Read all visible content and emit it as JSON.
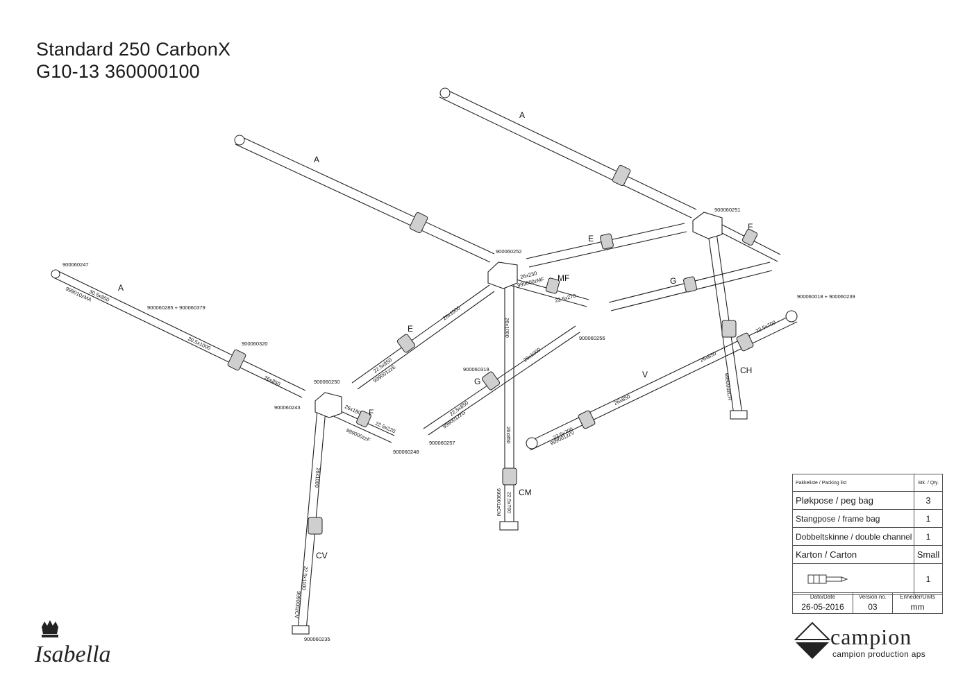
{
  "title": {
    "line1": "Standard 250 CarbonX",
    "line2": "G10-13 360000100"
  },
  "labels": {
    "A_top_right": "A",
    "A_top_left": "A",
    "A_front": "A",
    "E_upper": "E",
    "E_lower": "E",
    "MF": "MF",
    "F_upper": "F",
    "F_lower": "F",
    "G_upper": "G",
    "G_lower": "G",
    "V": "V",
    "CH": "CH",
    "CM": "CM",
    "CV": "CV"
  },
  "part_numbers": {
    "p247": "900060247",
    "p285": "900060285 + 900060379",
    "p320": "900060320",
    "p243": "900060243",
    "p250": "900060250",
    "p248": "900060248",
    "p252": "900060252",
    "p251": "900060251",
    "p256": "900060256",
    "p319": "900060319",
    "p257": "900060257",
    "p018": "900060018 + 900060239",
    "p235": "900060235"
  },
  "dimensions": {
    "d1": "30.5x850",
    "d2": "999010zMA",
    "d3": "30.5x1000",
    "d4": "26x850",
    "d5": "26x1000",
    "d6": "22.5x850",
    "d7": "999001zzE",
    "d8": "26x180",
    "d9": "22.5x220",
    "d10": "999000zzF",
    "d11": "26x230",
    "d12": "999000zMF",
    "d13": "22.5x270",
    "d14": "26x1000",
    "d15": "26x1000",
    "d16": "22.5x850",
    "d17": "999001zzG",
    "d18": "26x850",
    "d19": "22.5x700",
    "d20": "999001zCM",
    "d21": "26x1000",
    "d22": "22.5x1100",
    "d23": "999000zCV",
    "d24": "22.5x700",
    "d25": "26x850",
    "d26": "26x850",
    "d27": "22.5x700",
    "d28": "999001zzV",
    "d29": "999000zCH"
  },
  "packing": {
    "header_item": "Pakkeliste / Packing list",
    "header_qty": "Stk. / Qty.",
    "rows": [
      {
        "item": "Pløkpose / peg bag",
        "qty": "3"
      },
      {
        "item": "Stangpose / frame bag",
        "qty": "1"
      },
      {
        "item": "Dobbeltskinne / double channel",
        "qty": "1"
      },
      {
        "item": "Karton / Carton",
        "qty": "Small"
      }
    ],
    "tool_qty": "1"
  },
  "meta": {
    "date_label": "Dato/Date",
    "version_label": "Version no.",
    "units_label": "Enheder/Units",
    "date": "26-05-2016",
    "version": "03",
    "units": "mm"
  },
  "brand": {
    "campion_word": "campion",
    "campion_sub": "campion production aps",
    "isabella": "Isabella"
  }
}
